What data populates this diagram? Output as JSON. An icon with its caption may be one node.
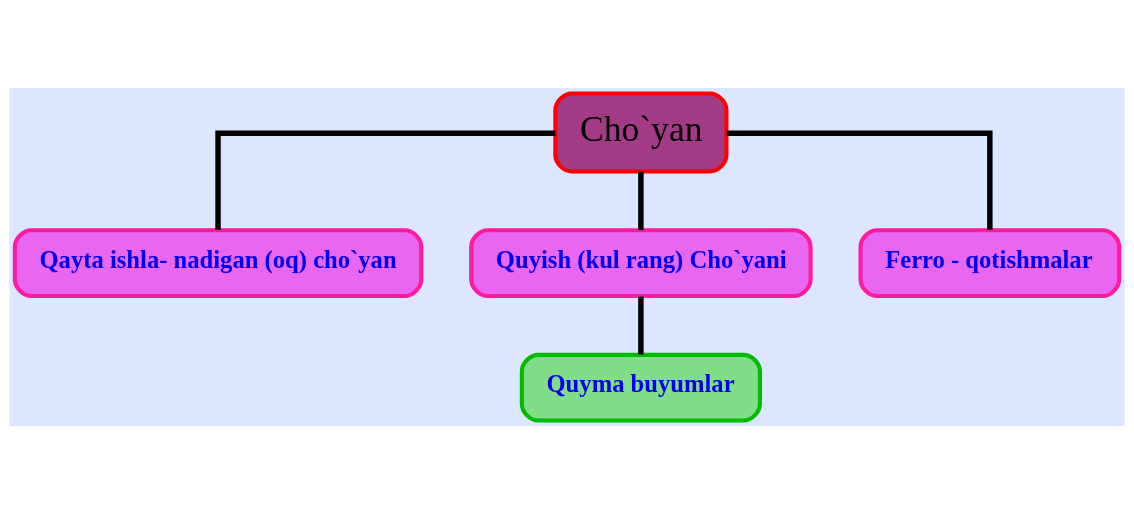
{
  "diagram": {
    "nodes": [
      {
        "text": [
          "Cho`yan"
        ]
      },
      {
        "text": [
          "Qayta ishla- nadigan (oq) cho`yan"
        ]
      },
      {
        "text": [
          "Quyish (kul rang) Cho`yani"
        ]
      },
      {
        "text": [
          "Ferro - qotishmalar"
        ]
      },
      {
        "text": [
          "Quyma buyumlar"
        ]
      }
    ],
    "edges": [
      {
        "from": 0,
        "to": 1,
        "arrow": "none"
      },
      {
        "from": 0,
        "to": 2,
        "arrow": "none"
      },
      {
        "from": 0,
        "to": 3,
        "arrow": "none"
      },
      {
        "from": 2,
        "to": 4,
        "arrow": "none"
      }
    ]
  }
}
